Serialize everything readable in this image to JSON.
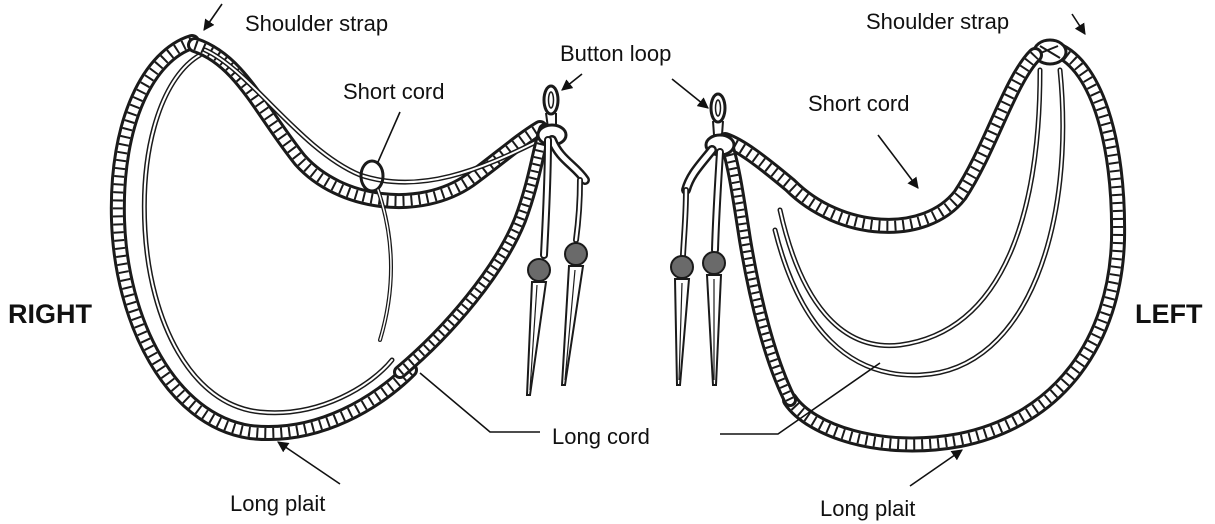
{
  "labels": {
    "left_shoulder_strap": "Shoulder strap",
    "right_shoulder_strap": "Shoulder strap",
    "left_short_cord": "Short cord",
    "right_short_cord": "Short cord",
    "button_loop": "Button loop",
    "long_cord": "Long cord",
    "left_long_plait": "Long plait",
    "right_long_plait": "Long plait",
    "side_right": "RIGHT",
    "side_left": "LEFT"
  },
  "colors": {
    "ink": "#111111",
    "paper": "#ffffff"
  }
}
